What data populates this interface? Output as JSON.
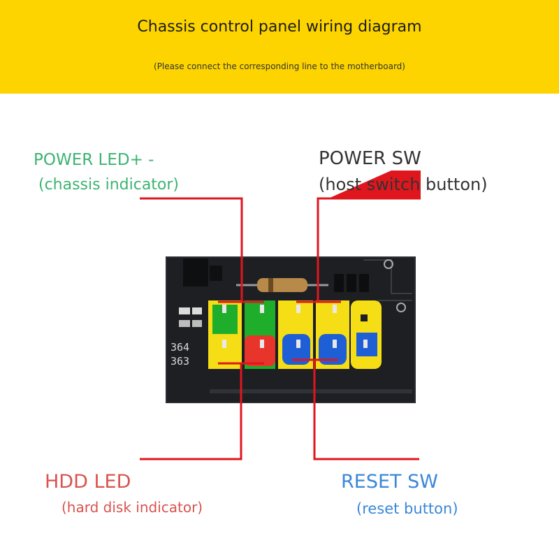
{
  "header": {
    "title": "Chassis control panel wiring diagram",
    "subtitle": "(Please connect the corresponding line to the motherboard)"
  },
  "labels": {
    "power_led": {
      "name": "POWER LED+ -",
      "desc": " (chassis indicator)"
    },
    "power_sw": {
      "name": "POWER SW",
      "desc": "(host switch button)"
    },
    "hdd_led": {
      "name": "HDD LED",
      "desc": "(hard disk indicator)"
    },
    "reset_sw": {
      "name": "RESET SW",
      "desc": "(reset button)"
    }
  },
  "board": {
    "silkscreen_top": "364",
    "silkscreen_bottom": "363"
  },
  "colors": {
    "header_bg": "#fdd400",
    "power_led": "#3cb371",
    "power_sw": "#333333",
    "hdd_led": "#d9534f",
    "reset_sw": "#3b87d8",
    "wire": "#e0161e",
    "pin_green": "#1fae2b",
    "pin_red": "#e8352b",
    "pin_yellow": "#f5de16",
    "pin_blue": "#1f5fd6",
    "pcb": "#1d1f22"
  }
}
